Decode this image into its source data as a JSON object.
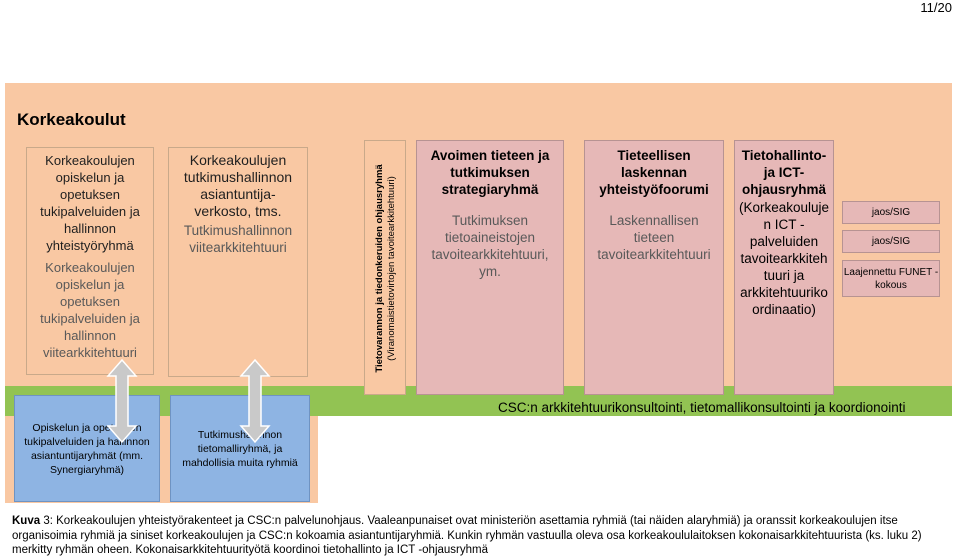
{
  "page_number": "11/20",
  "diagram": {
    "title": "Korkeakoulut",
    "box1": {
      "lines_top": [
        "Korkeakoulujen",
        "opiskelun ja",
        "opetuksen",
        "tukipalveluiden ja",
        "hallinnon",
        "yhteistyöryhmä"
      ],
      "lines_bottom": [
        "Korkeakoulujen",
        "opiskelun ja",
        "opetuksen",
        "tukipalveluiden ja",
        "hallinnon",
        "viitearkkitehtuuri"
      ]
    },
    "box2": {
      "lines_top": [
        "Korkeakoulujen",
        "tutkimushallinnon",
        "asiantuntija-",
        "verkosto, tms."
      ],
      "lines_bottom": [
        "Tutkimushallinnon",
        "viitearkkitehtuuri"
      ]
    },
    "vertical_box": {
      "line1": "Tietovarannon ja tiedonkeruiden ohjausryhmä",
      "line2": "(Viranomaistietovirtojen tavoitearkkitehtuuri)"
    },
    "box4": {
      "lines_top": [
        "Avoimen tieteen ja",
        "tutkimuksen",
        "strategiaryhmä"
      ],
      "lines_bottom": [
        "Tutkimuksen",
        "tietoaineistojen",
        "tavoitearkkitehtuuri,",
        "ym."
      ]
    },
    "box5": {
      "lines_top": [
        "Tieteellisen",
        "laskennan",
        "yhteistyöfoorumi"
      ],
      "lines_bottom": [
        "Laskennallisen",
        "tieteen",
        "tavoitearkkitehtuuri"
      ]
    },
    "box6": {
      "lines_top": [
        "Tietohallinto-",
        "ja ICT-",
        "ohjausryhmä"
      ],
      "lines_bottom": [
        "(Korkeakouluje",
        "n ICT -",
        "palveluiden",
        "tavoitearkkiteh",
        "tuuri ja",
        "arkkitehtuuriko",
        "ordinaatio)"
      ]
    },
    "sig_boxes": [
      "jaos/SIG",
      "jaos/SIG",
      "Laajennettu FUNET -kokous"
    ],
    "green_bar_text": "CSC:n arkkitehtuurikonsultointi, tietomallikonsultointi ja koordionointi",
    "blue_box1": "Opiskelun ja opetuksen tukipalveluiden ja hallinnon asiantuntijaryhmät (mm. Synergiaryhmä)",
    "blue_box2": "Tutkimushallinnon tietomalliryhmä, ja mahdollisia muita ryhmiä"
  },
  "caption": {
    "label": "Kuva",
    "number": "3:",
    "text": "Korkeakoulujen yhteistyörakenteet ja CSC:n palvelunohjaus. Vaaleanpunaiset ovat ministeriön asettamia ryhmiä (tai näiden alaryhmiä) ja oranssit korkeakoulujen itse organisoimia ryhmiä ja siniset korkeakoulujen ja CSC:n kokoamia asiantuntijaryhmiä.  Kunkin ryhmän vastuulla oleva osa korkeakoululaitoksen kokonaisarkkitehtuurista (ks. luku 2) merkitty ryhmän oheen. Kokonaisarkkitehtuurityötä koordinoi tietohallinto ja ICT -ohjausryhmä"
  },
  "colors": {
    "peach": "#f9c8a3",
    "green": "#92c353",
    "pink": "#e6b8b7",
    "blue": "#8eb4e3",
    "arrow": "#c9c9c9"
  }
}
